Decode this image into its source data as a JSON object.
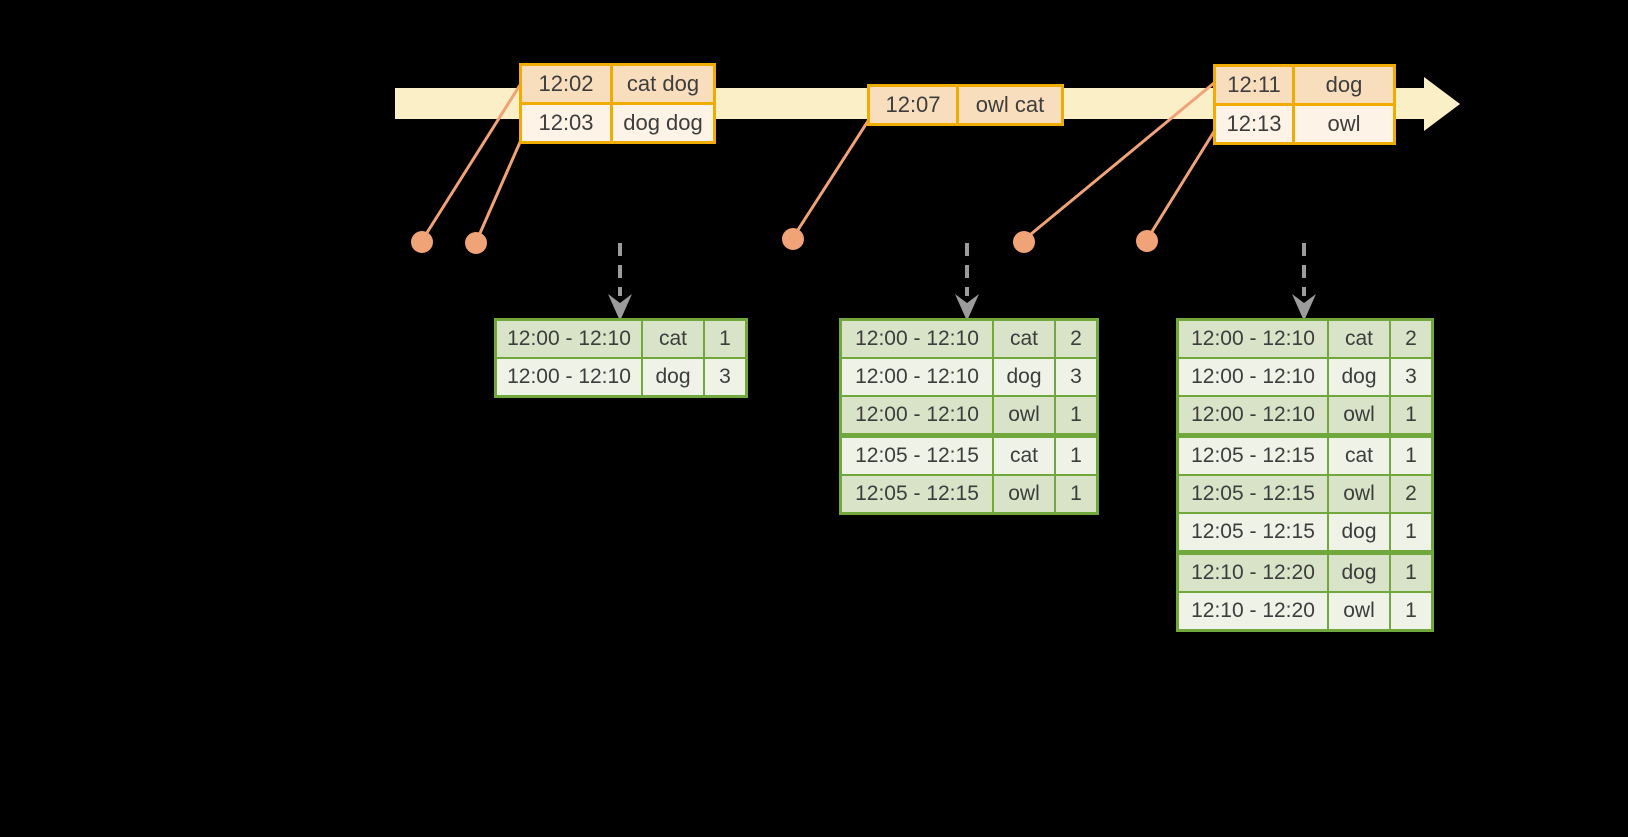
{
  "colors": {
    "bg": "#000000",
    "timeline-fill": "#FBEFC8",
    "event-border": "#F0AC00",
    "event-row-odd": "#F8DEBC",
    "event-row-even": "#FDF3E6",
    "connector": "#F0A376",
    "trigger": "#9C9C9C",
    "result-border": "#70A83D",
    "result-row-odd": "#D8E3C8",
    "result-row-even": "#EEF2E7",
    "text": "#3D3D3D"
  },
  "icons": {
    "timeline_arrowhead": "right-arrow",
    "trigger_arrowhead": "down-arrow",
    "event_marker": "dot"
  },
  "event_tables": [
    {
      "rows": [
        [
          "12:02",
          "cat dog"
        ],
        [
          "12:03",
          "dog dog"
        ]
      ]
    },
    {
      "rows": [
        [
          "12:07",
          "owl cat"
        ]
      ]
    },
    {
      "rows": [
        [
          "12:11",
          "dog"
        ],
        [
          "12:13",
          "owl"
        ]
      ]
    }
  ],
  "result_tables": [
    {
      "rows": [
        [
          "12:00 - 12:10",
          "cat",
          "1"
        ],
        [
          "12:00 - 12:10",
          "dog",
          "3"
        ]
      ]
    },
    {
      "rows": [
        [
          "12:00 - 12:10",
          "cat",
          "2"
        ],
        [
          "12:00 - 12:10",
          "dog",
          "3"
        ],
        [
          "12:00 - 12:10",
          "owl",
          "1"
        ],
        [
          "12:05 - 12:15",
          "cat",
          "1"
        ],
        [
          "12:05 - 12:15",
          "owl",
          "1"
        ]
      ]
    },
    {
      "rows": [
        [
          "12:00 - 12:10",
          "cat",
          "2"
        ],
        [
          "12:00 - 12:10",
          "dog",
          "3"
        ],
        [
          "12:00 - 12:10",
          "owl",
          "1"
        ],
        [
          "12:05 - 12:15",
          "cat",
          "1"
        ],
        [
          "12:05 - 12:15",
          "owl",
          "2"
        ],
        [
          "12:05 - 12:15",
          "dog",
          "1"
        ],
        [
          "12:10 - 12:20",
          "dog",
          "1"
        ],
        [
          "12:10 - 12:20",
          "owl",
          "1"
        ]
      ]
    }
  ]
}
